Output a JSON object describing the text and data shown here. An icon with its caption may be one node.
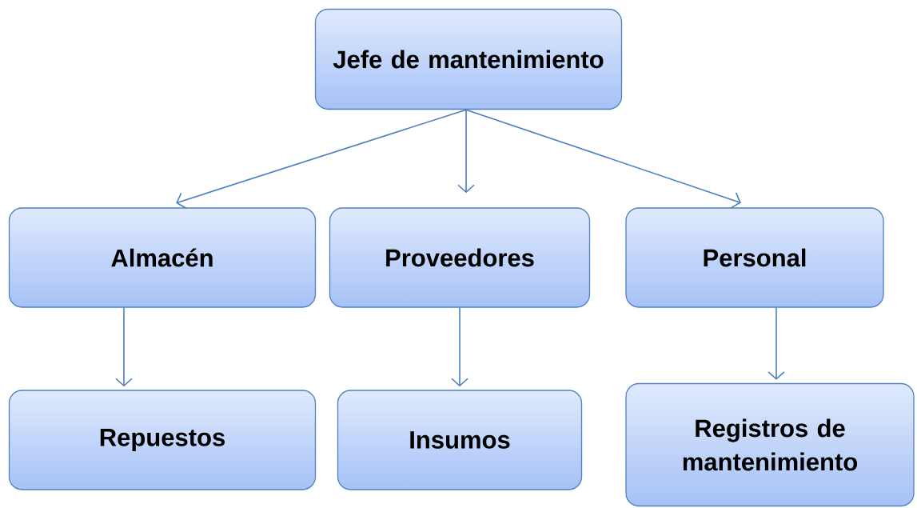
{
  "diagram": {
    "nodes": [
      {
        "text": [
          "Jefe de mantenimiento"
        ]
      },
      {
        "text": [
          "Almacén"
        ]
      },
      {
        "text": [
          "Proveedores"
        ]
      },
      {
        "text": [
          "Personal"
        ]
      },
      {
        "text": [
          "Repuestos"
        ]
      },
      {
        "text": [
          "Insumos"
        ]
      },
      {
        "text": [
          "Registros de mantenimiento"
        ]
      }
    ],
    "edges": [
      {
        "from": 0,
        "to": 1,
        "arrow": "to"
      },
      {
        "from": 0,
        "to": 2,
        "arrow": "to"
      },
      {
        "from": 0,
        "to": 3,
        "arrow": "to"
      },
      {
        "from": 1,
        "to": 4,
        "arrow": "to"
      },
      {
        "from": 2,
        "to": 5,
        "arrow": "to"
      },
      {
        "from": 3,
        "to": 6,
        "arrow": "to"
      }
    ]
  }
}
